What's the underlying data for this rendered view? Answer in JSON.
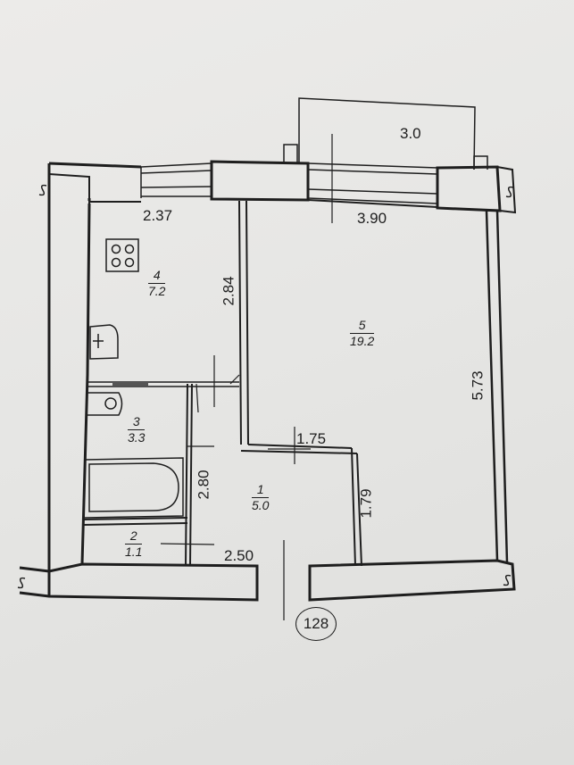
{
  "dimensions": {
    "balcony": "3.0",
    "kitchen_width": "2.37",
    "living_width": "3.90",
    "kitchen_depth": "2.84",
    "living_depth": "5.73",
    "corridor_width": "1.75",
    "bathroom_depth": "2.80",
    "corridor_depth": "1.79",
    "entry_width": "2.50"
  },
  "rooms": {
    "kitchen": {
      "number": "4",
      "area": "7.2"
    },
    "living": {
      "number": "5",
      "area": "19.2"
    },
    "bathroom": {
      "number": "3",
      "area": "3.3"
    },
    "hall": {
      "number": "1",
      "area": "5.0"
    },
    "toilet": {
      "number": "2",
      "area": "1.1"
    }
  },
  "apartment_number": "128",
  "colors": {
    "ink": "#1e1e1e",
    "paper": "#e8e8e6"
  },
  "icons": [
    "stove-icon",
    "sink-icon",
    "washbasin-icon",
    "bathtub-icon",
    "section-break-icon"
  ]
}
